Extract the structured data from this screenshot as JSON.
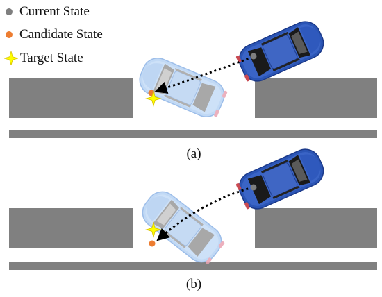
{
  "legend": {
    "items": [
      {
        "label": "Current State",
        "color": "#7f7f7f",
        "icon": "gray-dot-icon"
      },
      {
        "label": "Candidate State",
        "color": "#ed7d31",
        "icon": "orange-dot-icon"
      },
      {
        "label": "Target State",
        "color": "#ffff00",
        "icon": "yellow-star-icon"
      }
    ]
  },
  "panels": [
    {
      "caption": "(a)"
    },
    {
      "caption": "(b)"
    }
  ],
  "colors": {
    "curb": "#808080",
    "road_line": "#808080",
    "current_car_body": "#2b55b5",
    "current_car_dark": "#1b2f6e",
    "candidate_car_body": "#a9c9f2",
    "candidate_car_glass": "#8a8a8a",
    "path": "#000000"
  }
}
